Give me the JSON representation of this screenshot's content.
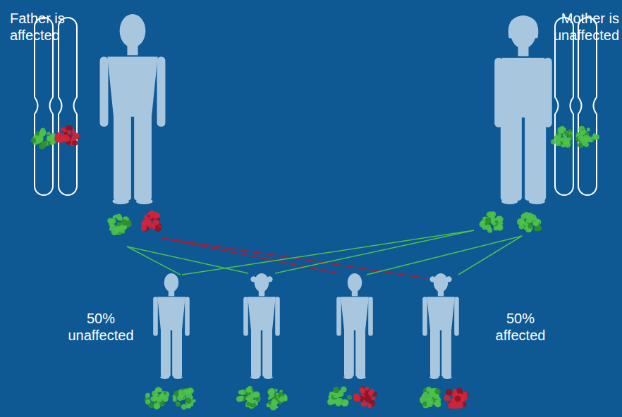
{
  "diagram": {
    "labels": [
      "Father is affected",
      "Mother is unaffected",
      "50% unaffected",
      "50% affected"
    ]
  }
}
